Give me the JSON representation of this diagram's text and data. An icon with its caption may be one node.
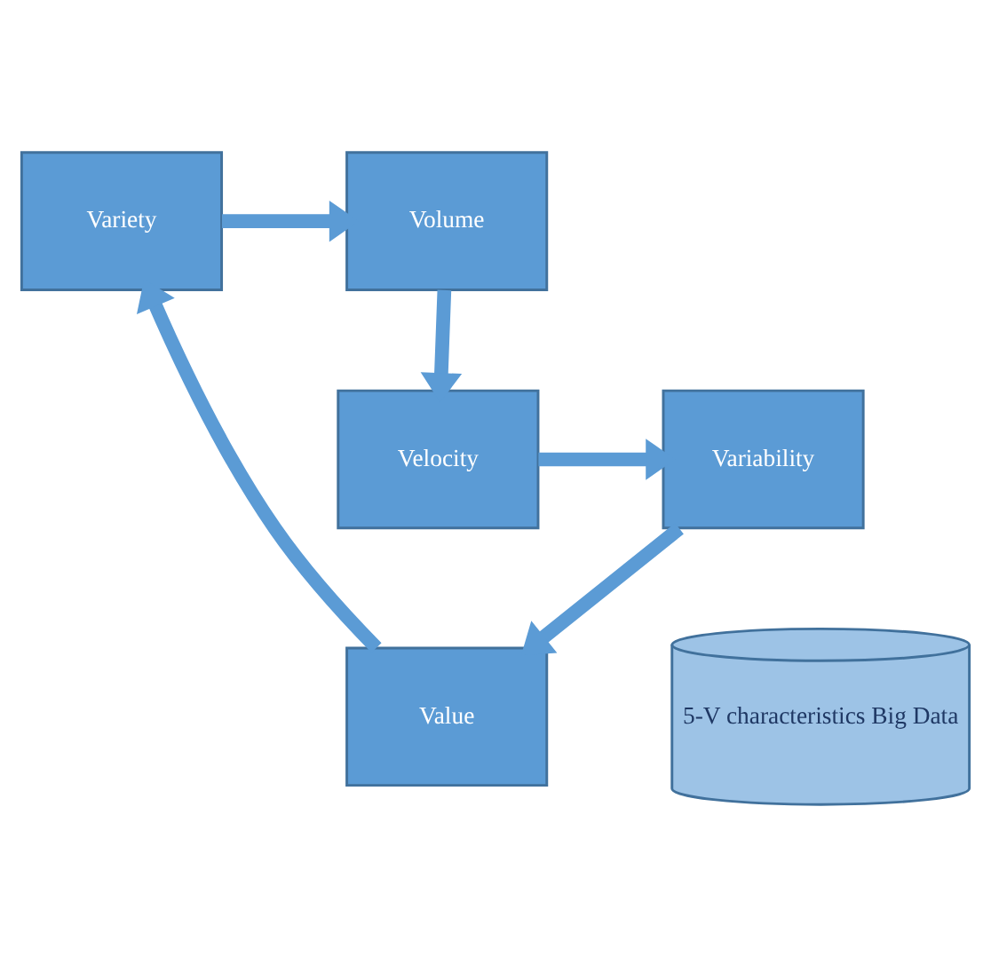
{
  "diagram": {
    "nodes": [
      {
        "text": [
          "Volume"
        ]
      },
      {
        "text": [
          "Variety"
        ]
      },
      {
        "text": [
          "Value"
        ]
      },
      {
        "text": [
          "Velocity"
        ]
      },
      {
        "text": [
          "Variability"
        ]
      },
      {
        "text": [
          "5-V characteristics Big Data"
        ]
      }
    ],
    "edges": [
      {
        "from": 1,
        "to": 0,
        "arrow": "to"
      },
      {
        "from": 0,
        "to": 3,
        "arrow": "to"
      },
      {
        "from": 3,
        "to": 4,
        "arrow": "to"
      },
      {
        "from": 4,
        "to": 2,
        "arrow": "to"
      },
      {
        "from": 2,
        "to": 1,
        "arrow": "to"
      }
    ]
  }
}
